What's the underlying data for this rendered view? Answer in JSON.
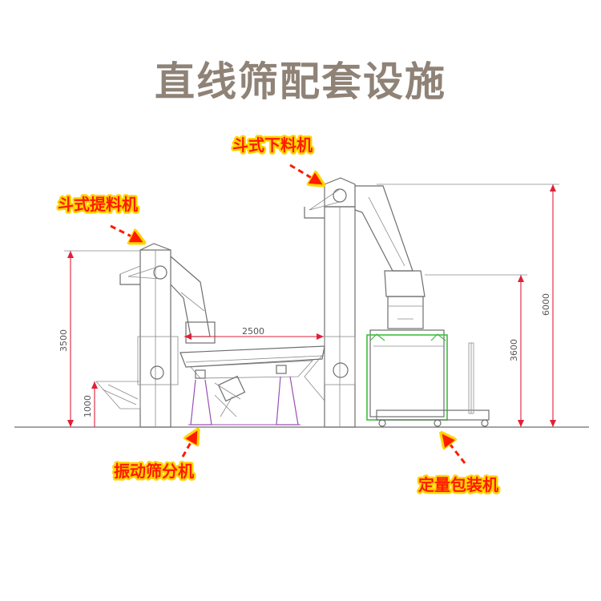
{
  "title": "直线筛配套设施",
  "labels": {
    "bucket_elevator": "斗式提料机",
    "bucket_unloader": "斗式下料机",
    "vibrating_screen": "振动筛分机",
    "packing_machine": "定量包装机"
  },
  "dimensions": {
    "screen_width": "2500",
    "left_height": "3500",
    "left_base": "1000",
    "right_height": "3600",
    "total_height": "6000"
  },
  "colors": {
    "title": "#8f8276",
    "label_text": "#ff1a00",
    "label_outline": "#ffd400",
    "arrow": "#ff1a00",
    "dimension_line": "#e0203a",
    "drawing_line": "#6e6e6e",
    "frame_green": "#3cbf3c"
  }
}
